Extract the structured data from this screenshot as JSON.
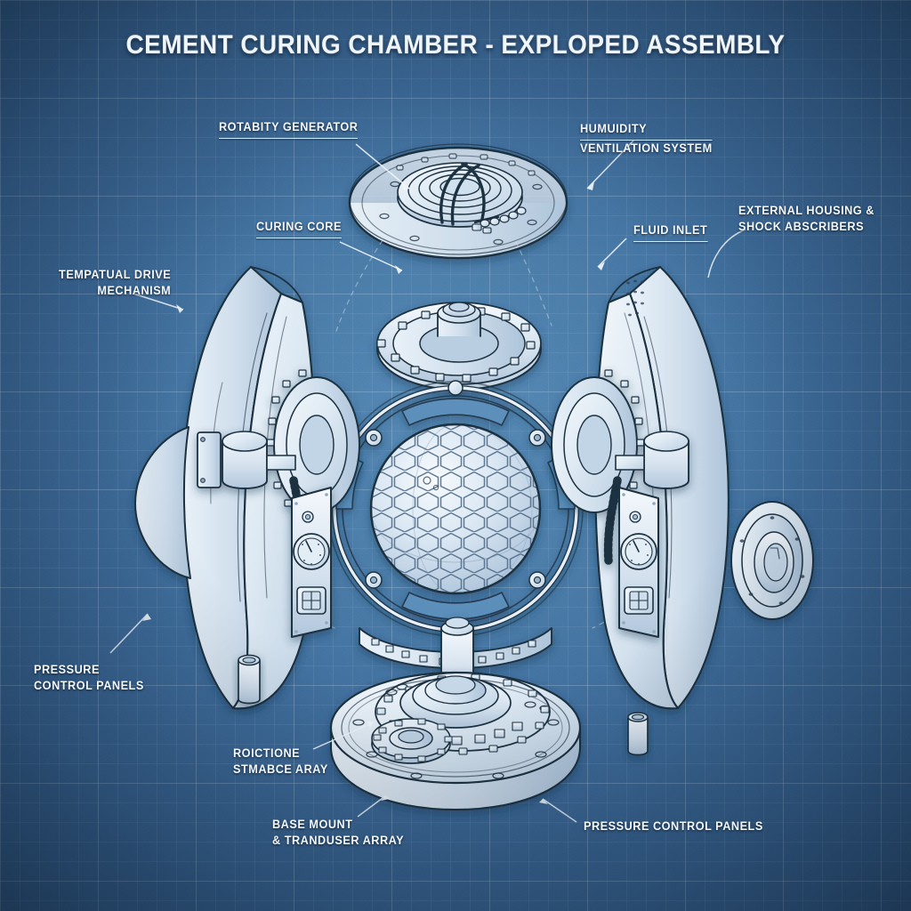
{
  "document": {
    "title": "CEMENT CURING CHAMBER - EXPLOPED ASSEMBLY",
    "style": "blueprint-exploded-assembly",
    "colors": {
      "paper": "#3f6d9c",
      "paper_light": "#588cb8",
      "grid_line": "#d0e4f5",
      "ink_white": "#f2f7fc",
      "part_fill": "#dae7f2",
      "part_line": "#1b2a3a"
    }
  },
  "callouts": [
    {
      "id": "rotabity-generator",
      "lines": [
        "ROTABITY GENERATOR"
      ]
    },
    {
      "id": "humuidity-ventilation",
      "lines": [
        "HUMUIDITY",
        "VENTILATION SYSTEM"
      ]
    },
    {
      "id": "external-housing",
      "lines": [
        "EXTERNAL HOUSING &",
        "SHOCK ABSCRIBERS"
      ]
    },
    {
      "id": "curing-core",
      "lines": [
        "CURING CORE"
      ]
    },
    {
      "id": "fluid-inlet",
      "lines": [
        "FLUID INLET"
      ]
    },
    {
      "id": "tempatual-drive",
      "lines": [
        "TEMPATUAL DRIVE",
        "MECHANISM"
      ]
    },
    {
      "id": "pressure-control-left",
      "lines": [
        "PRESSURE",
        "CONTROL PANELS"
      ]
    },
    {
      "id": "roictione-stmabce",
      "lines": [
        "ROICTIONE",
        "STMABCE ARAY"
      ]
    },
    {
      "id": "base-mount",
      "lines": [
        "BASE MOUNT",
        "& TRANDUSER ARRAY"
      ]
    },
    {
      "id": "pressure-control-bottom",
      "lines": [
        "PRESSURE CONTROL PANELS"
      ]
    }
  ],
  "components": {
    "top_lid": "rotary generator dome with coiled heating spiral",
    "core_sphere": "hexagonal-cell curing core sphere in ring housing",
    "gear_ring": "large toothed drive gear rings",
    "side_shells": "curved external housing shells, left and right",
    "control_panels": "instrument panels with pressure gauges and sight glass",
    "base_plate": "circular base mount plate with planetary gear train",
    "fasteners": "small cylindrical bushings"
  }
}
